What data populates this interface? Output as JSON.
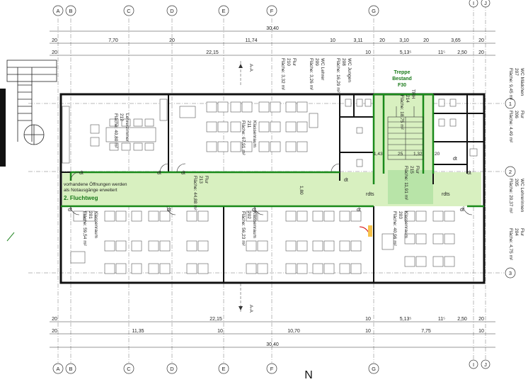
{
  "grid_top": [
    "A",
    "B",
    "C",
    "D",
    "E",
    "F",
    "G",
    "I",
    "J"
  ],
  "grid_bottom": [
    "A",
    "B",
    "C",
    "D",
    "E",
    "F",
    "G",
    "I",
    "J"
  ],
  "grid_right": [
    "1",
    "2",
    "3"
  ],
  "dims_top": {
    "overall": "30,40",
    "row1": [
      "20",
      "7,70",
      "20",
      "11,74",
      "10",
      "3,11",
      "20",
      "3,10",
      "20",
      "3,65",
      "20"
    ],
    "row2": [
      "20",
      "22,15",
      "10",
      "5,13⁵",
      "11⁵",
      "2,50",
      "20"
    ]
  },
  "dims_bottom": {
    "row1": [
      "20",
      "22,15",
      "10",
      "5,13⁵",
      "11⁵",
      "2,50",
      "20"
    ],
    "row2": [
      "20",
      "11,35",
      "10",
      "10,70",
      "10",
      "7,75",
      "10"
    ],
    "overall": "30,40"
  },
  "stair_label": [
    "Treppe",
    "Bestand",
    "F30"
  ],
  "trh": "TRH",
  "rooms": {
    "lehrer": {
      "title": "Lehrerzimmer",
      "num": "212",
      "area": "Fläche: 40,80 m²"
    },
    "klasse_top": {
      "title": "Klassenraum",
      "num": "211",
      "area": "Fläche: 67,91 m²"
    },
    "flur210": {
      "title": "Flur",
      "num": "210",
      "area": "Fläche: 3,32 m²"
    },
    "wc_lehrer": {
      "title": "WC Lehrer",
      "num": "209",
      "area": "Fläche: 3,26 m²"
    },
    "wc_jungen": {
      "title": "WC Jungen",
      "num": "208",
      "area": "Fläche: 16,29 m²"
    },
    "stair_room": {
      "num": "214",
      "area": "Fläche: 18,75 m²"
    },
    "flur_main": {
      "title": "Flur",
      "num": "213",
      "area": "Fläche: 44,88 m²"
    },
    "flur215": {
      "title": "Flur",
      "num": "215",
      "area": "Fläche: 11,91 m²"
    },
    "wc_maedchen": {
      "title": "WC Mädchen",
      "num": "207",
      "area": "Fläche: 9,45 m²"
    },
    "flur206": {
      "title": "Flur",
      "num": "206",
      "area": "Fläche: 4,49 m²"
    },
    "wc_lehrerinnen": {
      "title": "WC Lehrerinnen",
      "num": "205",
      "area": "Fläche: 20,37 m²"
    },
    "flur204": {
      "title": "Flur",
      "num": "204",
      "area": "Fläche: 4,75 m²"
    },
    "klasse201": {
      "title": "Klassenraum",
      "num": "201",
      "area": "Fläche: 59,54 m²"
    },
    "klasse202": {
      "title": "Klassenraum",
      "num": "202",
      "area": "Fläche: 56,23 m²"
    },
    "klasse203": {
      "title": "Klassenraum",
      "num": "203",
      "area": "Fläche: 40,96 m²"
    }
  },
  "note": "vorhandene Öffnungen werden als Notausgänge erweitert",
  "fluchtweg": "2. Fluchtweg",
  "flur_width": "1,80",
  "door_labels": [
    "dt",
    "dt",
    "dt",
    "dt",
    "dt",
    "dt",
    "dt",
    "dt",
    "dt",
    "dt",
    "dt"
  ],
  "rdts": [
    "rdts",
    "rdts"
  ],
  "small_dims": [
    "1,43",
    "25",
    "1,32",
    "20"
  ],
  "section_mark": "A-A",
  "north": "N",
  "colors": {
    "green_fill": "#d8f0c0",
    "green_line": "#1a8a1a",
    "wall": "#111111"
  }
}
